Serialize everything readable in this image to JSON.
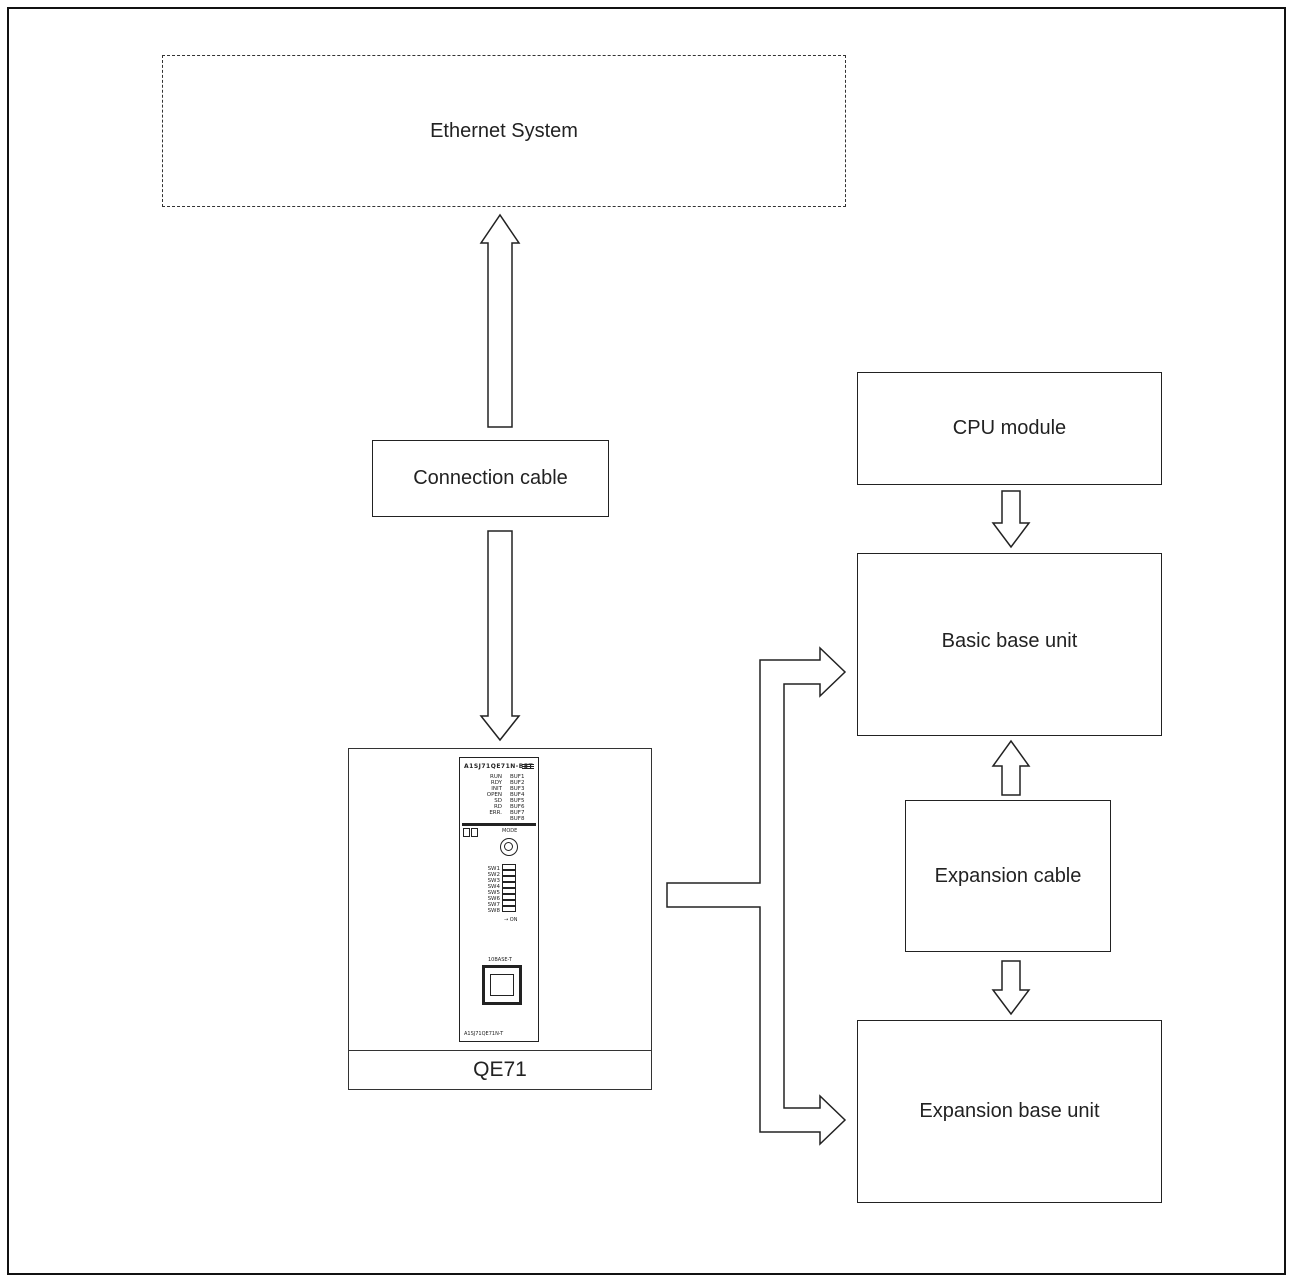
{
  "diagram": {
    "ethernet_system": "Ethernet System",
    "connection_cable": "Connection cable",
    "qe71_label": "QE71",
    "cpu_module": "CPU module",
    "basic_base_unit": "Basic base unit",
    "expansion_cable": "Expansion cable",
    "expansion_base_unit": "Expansion base unit"
  },
  "module_face": {
    "header": "A1SJ71QE71N-B5T",
    "leds_left": [
      "RUN",
      "RDY",
      "INIT",
      "OPEN",
      "SD",
      "RD",
      "ERR."
    ],
    "leds_right": [
      "BUF1",
      "BUF2",
      "BUF3",
      "BUF4",
      "BUF5",
      "BUF6",
      "BUF7",
      "BUF8"
    ],
    "mode_label": "MODE",
    "switch_labels": [
      "SW1",
      "SW2",
      "SW3",
      "SW4",
      "SW5",
      "SW6",
      "SW7",
      "SW8"
    ],
    "on_label": "→ ON",
    "port_label": "10BASE-T",
    "footer": "A1SJ71QE71N-T"
  }
}
